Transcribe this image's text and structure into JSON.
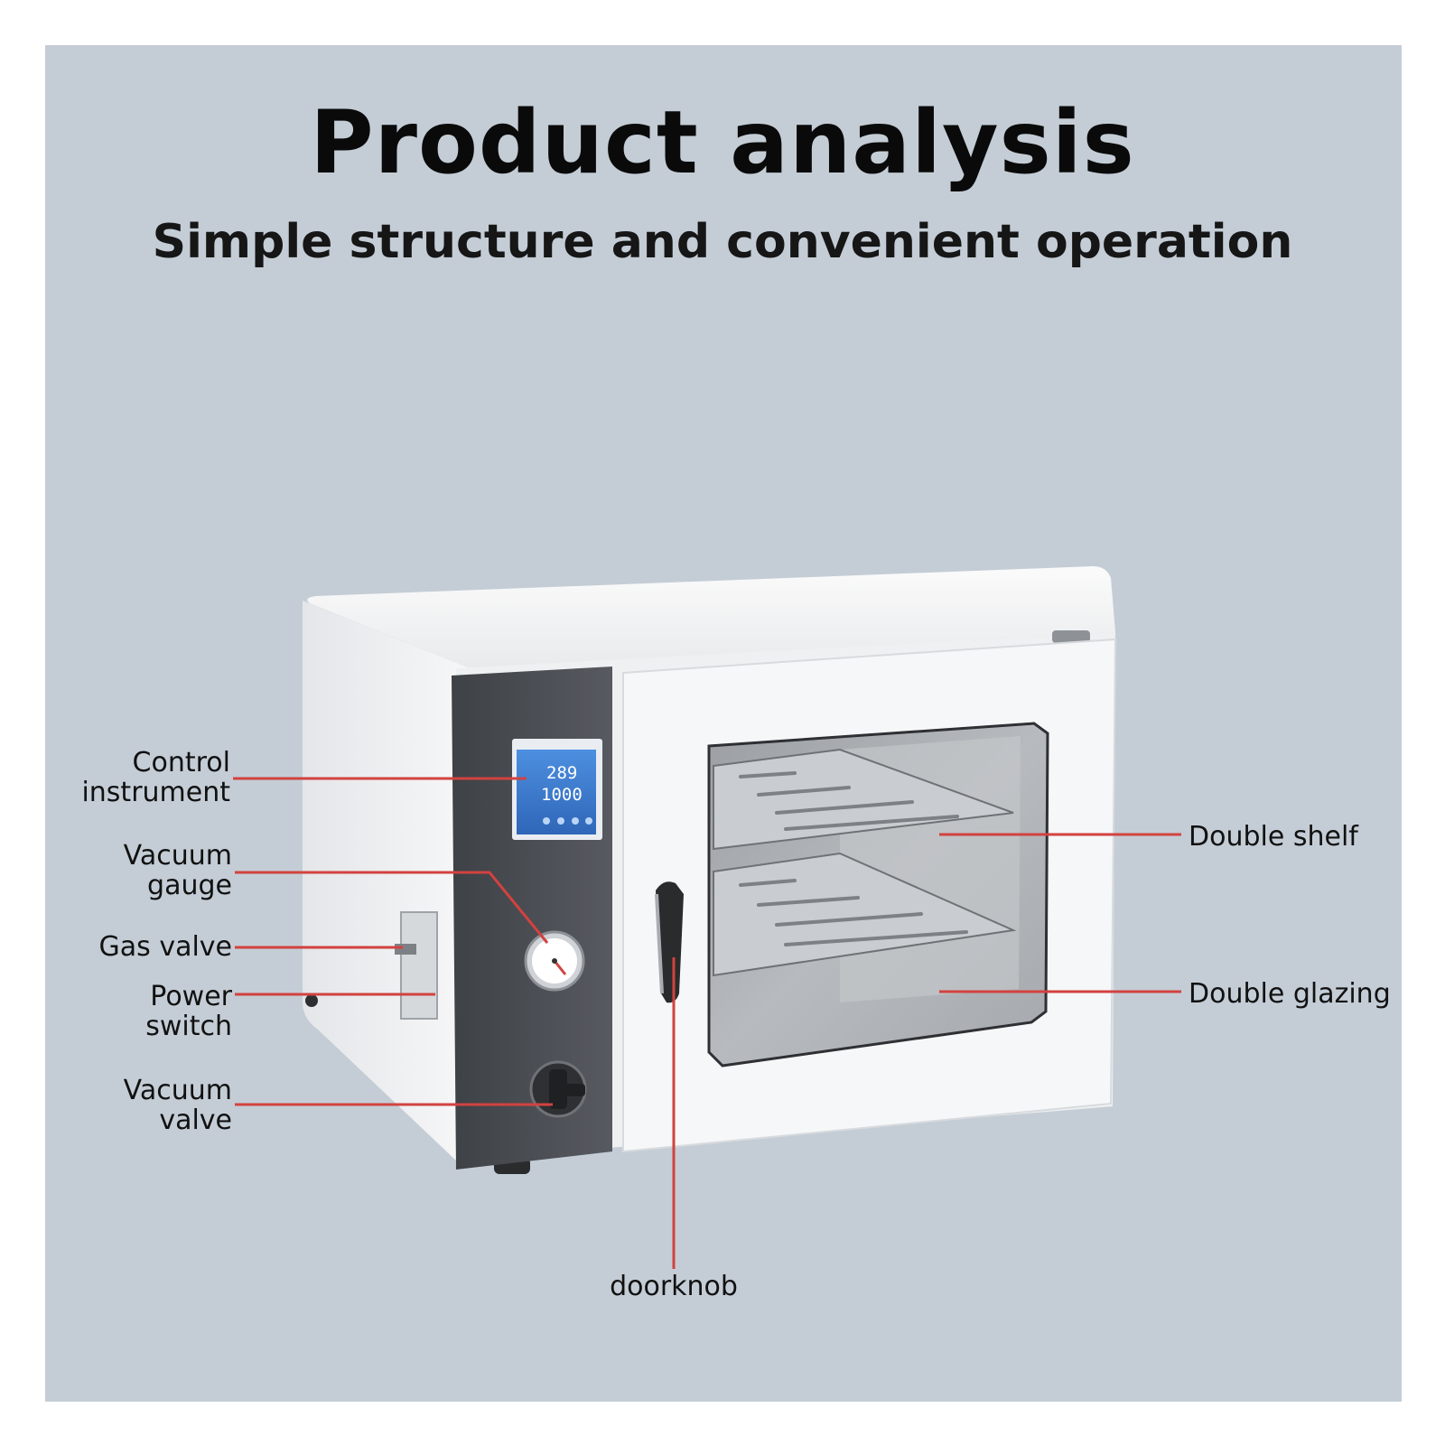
{
  "header": {
    "title": "Product analysis",
    "subtitle": "Simple structure and convenient operation"
  },
  "callouts": {
    "control_instrument": "Control\ninstrument",
    "vacuum_gauge": "Vacuum\ngauge",
    "gas_valve": "Gas valve",
    "power_switch": "Power\nswitch",
    "vacuum_valve": "Vacuum\nvalve",
    "double_shelf": "Double shelf",
    "double_glazing": "Double glazing",
    "doorknob": "doorknob"
  },
  "display": {
    "top_reading": "289",
    "bottom_reading": "1000"
  },
  "colors": {
    "background": "#c4cdd6",
    "leader_line": "#d2423f",
    "cabinet": "#f4f5f6",
    "control_panel": "#4b4e53",
    "display": "#3f7fd1"
  },
  "icons": [
    "vacuum-oven-illustration",
    "pressure-gauge-icon",
    "valve-knob-icon",
    "door-handle-icon"
  ]
}
